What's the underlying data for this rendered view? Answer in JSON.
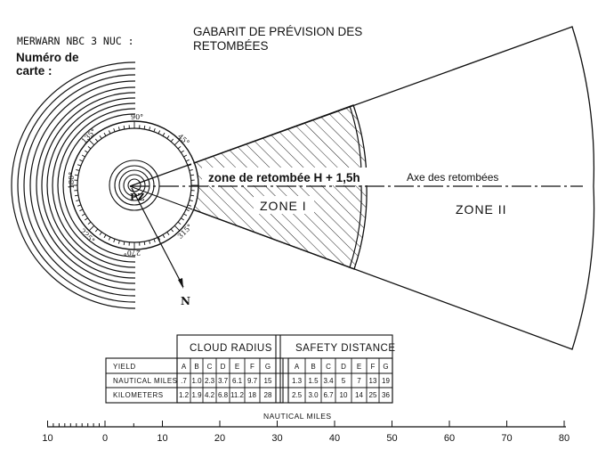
{
  "header": {
    "merwarn": "MERWARN NBC 3 NUC :",
    "card_number_line1": "Numéro de",
    "card_number_line2": "carte :",
    "title_line1": "GABARIT DE PRÉVISION DES",
    "title_line2": "RETOMBÉES"
  },
  "diagram": {
    "pz_label": "PZ",
    "north_label": "N",
    "zone_label_fallout": "zone de retombée H + 1,5h",
    "fallout_axis_label": "Axe des retombées",
    "zone1_label": "ZONE I",
    "zone2_label": "ZONE II",
    "angle_labels": [
      "90°",
      "45°",
      "135°",
      "180°",
      "225°",
      "270°",
      "315°"
    ]
  },
  "table": {
    "header_cloud": "CLOUD RADIUS",
    "header_safety": "SAFETY DISTANCE",
    "rows": [
      {
        "label": "YIELD",
        "cloud": [
          "A",
          "B",
          "C",
          "D",
          "E",
          "F",
          "G"
        ],
        "safety": [
          "A",
          "B",
          "C",
          "D",
          "E",
          "F",
          "G"
        ]
      },
      {
        "label": "NAUTICAL MILES",
        "cloud": [
          ".7",
          "1.0",
          "2.3",
          "3.7",
          "6.1",
          "9.7",
          "15"
        ],
        "safety": [
          "1.3",
          "1.5",
          "3.4",
          "5",
          "7",
          "13",
          "19"
        ]
      },
      {
        "label": "KILOMETERS",
        "cloud": [
          "1.2",
          "1.9",
          "4.2",
          "6.8",
          "11.2",
          "18",
          "28"
        ],
        "safety": [
          "2.5",
          "3.0",
          "6.7",
          "10",
          "14",
          "25",
          "36"
        ]
      }
    ]
  },
  "scale": {
    "title": "NAUTICAL MILES",
    "ticks": [
      "10",
      "0",
      "10",
      "20",
      "30",
      "40",
      "50",
      "60",
      "70",
      "80"
    ]
  },
  "colors": {
    "ink": "#111111"
  }
}
